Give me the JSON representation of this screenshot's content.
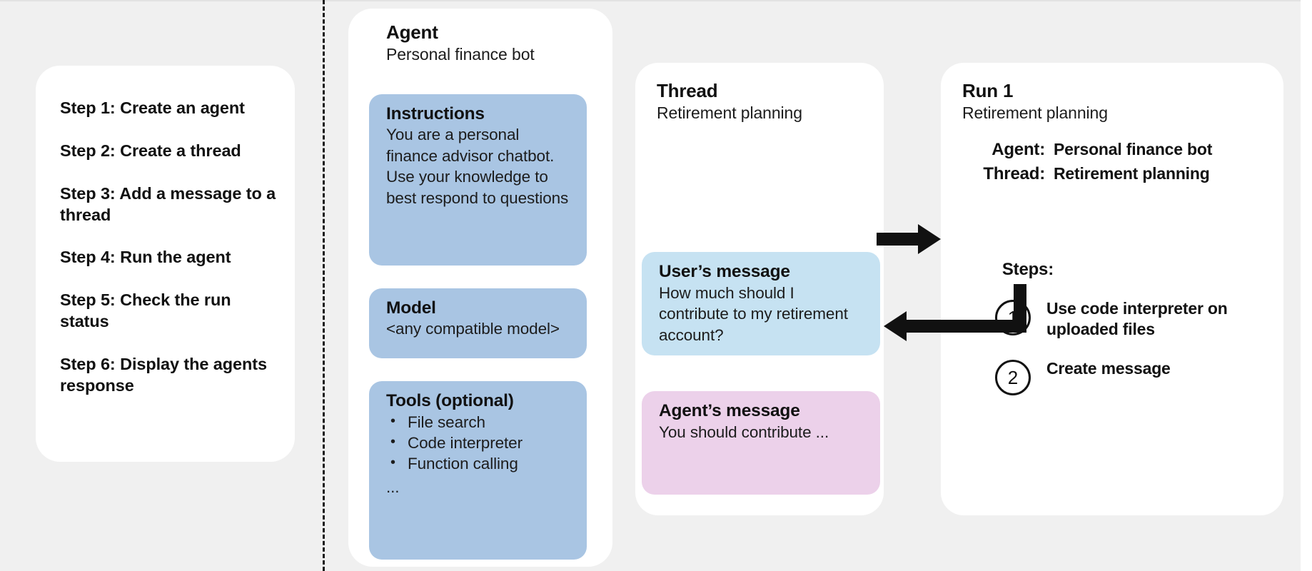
{
  "diagram": {
    "background_color": "#f0f0f0",
    "card_color": "#ffffff",
    "accent_blue": "#a9c5e3",
    "user_bubble_color": "#c6e2f2",
    "agent_bubble_color": "#ecd1ea",
    "text_color": "#111111"
  },
  "steps_panel": {
    "items": [
      "Step 1: Create an agent",
      "Step 2: Create a thread",
      "Step 3: Add a message to a thread",
      "Step 4: Run the agent",
      "Step 5: Check the run status",
      "Step 6: Display the agents response"
    ]
  },
  "agent_card": {
    "title": "Agent",
    "subtitle": "Personal finance bot",
    "instructions": {
      "title": "Instructions",
      "body": "You are a personal finance advisor chatbot. Use your knowledge to best respond to questions"
    },
    "model": {
      "title": "Model",
      "body": "<any compatible model>"
    },
    "tools": {
      "title": "Tools (optional)",
      "items": [
        "File search",
        "Code interpreter",
        "Function calling"
      ],
      "ellipsis": "..."
    }
  },
  "thread_card": {
    "title": "Thread",
    "subtitle": "Retirement planning",
    "user_message": {
      "title": "User’s message",
      "body": "How much should I contribute to my retirement account?"
    },
    "agent_message": {
      "title": "Agent’s message",
      "body": "You should contribute ..."
    }
  },
  "run_card": {
    "title": "Run 1",
    "subtitle": "Retirement planning",
    "fields": [
      {
        "key": "Agent:",
        "value": "Personal finance bot"
      },
      {
        "key": "Thread:",
        "value": "Retirement planning"
      }
    ],
    "steps_label": "Steps:",
    "steps": [
      {
        "number": "1",
        "text": "Use code interpreter on uploaded files"
      },
      {
        "number": "2",
        "text": "Create message"
      }
    ]
  }
}
